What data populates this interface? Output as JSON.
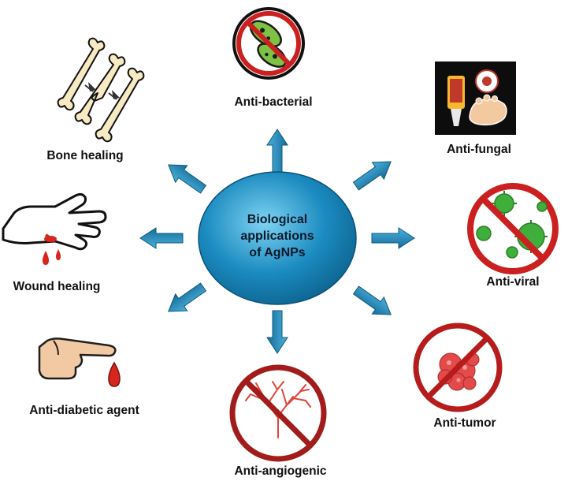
{
  "center": {
    "line1": "Biological",
    "line2": "applications",
    "line3": "of AgNPs"
  },
  "applications": {
    "anti_bacterial": "Anti-bacterial",
    "anti_fungal": "Anti-fungal",
    "anti_viral": "Anti-viral",
    "anti_tumor": "Anti-tumor",
    "anti_angiogenic": "Anti-angiogenic",
    "anti_diabetic": "Anti-diabetic agent",
    "wound_healing": "Wound healing",
    "bone_healing": "Bone healing"
  },
  "icons": {
    "anti_bacterial": "bacteria-prohibited-icon",
    "anti_fungal": "foot-cream-fungus-icon",
    "anti_viral": "virus-prohibited-icon",
    "anti_tumor": "tumor-prohibited-icon",
    "anti_angiogenic": "blood-vessel-prohibited-icon",
    "anti_diabetic": "finger-blood-drop-icon",
    "wound_healing": "bleeding-hand-icon",
    "bone_healing": "fractured-bone-icon"
  },
  "colors": {
    "center_fill": "#1b8bc0",
    "arrow": "#1f7fb0",
    "prohibit_red": "#cc1f1f",
    "bacteria_green": "#7dc242",
    "virus_green": "#3fae3a",
    "blood_red": "#d7261e",
    "tumor_red": "#e34a4a"
  }
}
